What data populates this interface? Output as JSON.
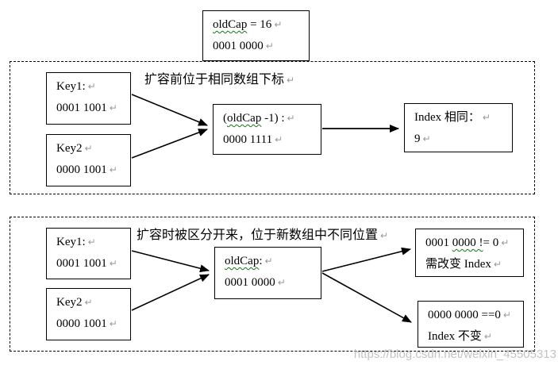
{
  "marks": {
    "return": "↵"
  },
  "watermark": "https://blog.csdn.net/weixin_45505313",
  "colors": {
    "squiggle": "#117711",
    "border": "#000000",
    "return_mark": "#999999",
    "watermark": "#b9b9b9"
  },
  "top_box": {
    "wavy": "oldCap",
    "rest": " = 16",
    "line2": "0001 0000"
  },
  "section1": {
    "caption": "扩容前位于相同数组下标",
    "key1": {
      "line1": "Key1:",
      "line2": "0001 1001"
    },
    "key2": {
      "line1": "Key2",
      "line2": "0000 1001"
    },
    "mask": {
      "pre": "(",
      "wavy": "oldCap",
      "rest": " -1) :",
      "line2": "0000 1111"
    },
    "result": {
      "line1": "Index 相同：",
      "line2": "9"
    }
  },
  "section2": {
    "caption": "扩容时被区分开来，位于新数组中不同位置",
    "key1": {
      "line1": "Key1:",
      "line2": "0001 1001"
    },
    "key2": {
      "line1": "Key2",
      "line2": "0000 1001"
    },
    "oldcap": {
      "wavy": "oldCap",
      "rest": ":",
      "line2": "0001 0000"
    },
    "highbit": {
      "pre": "0001 ",
      "wavy": "0000 !",
      "rest": "= 0",
      "line2": "需改变 Index"
    },
    "same": {
      "line1": "0000 0000 ==0",
      "line2": "Index 不变"
    }
  }
}
